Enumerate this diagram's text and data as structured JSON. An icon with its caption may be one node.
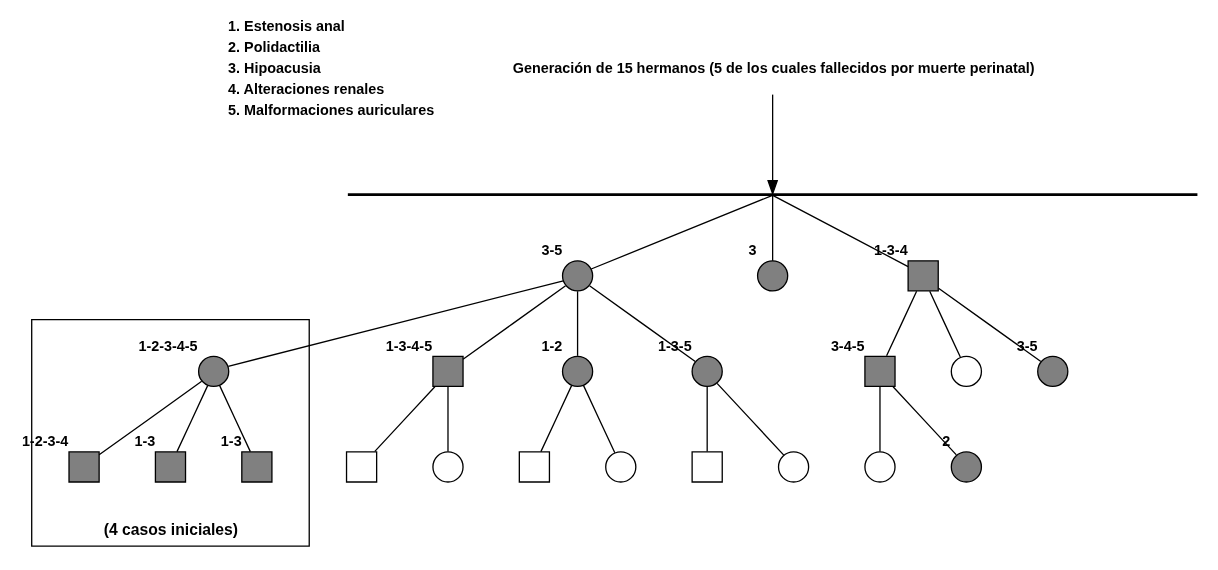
{
  "diagram": {
    "nodes": [
      {
        "text": [
          "Generación de 15 hermanos (5 de los cuales fallecidos por muerte perinatal)"
        ]
      },
      {
        "text": [],
        "shape": "bar"
      },
      {
        "text": [],
        "shape": "circle",
        "beside": [
          "3-5"
        ]
      },
      {
        "text": [],
        "shape": "circle",
        "beside": [
          "3"
        ]
      },
      {
        "text": [],
        "shape": "box",
        "beside": [
          "1-3-4"
        ]
      },
      {
        "text": [],
        "shape": "triangle",
        "beside": [
          "(4 casos iniciales)"
        ]
      },
      {
        "text": [],
        "shape": "circle",
        "beside": [
          "1-2-3-4-5"
        ],
        "in": 5
      },
      {
        "text": [],
        "shape": "box",
        "beside": [
          "1-2-3-4"
        ],
        "in": 5
      },
      {
        "text": [],
        "shape": "box",
        "beside": [
          "1-3"
        ],
        "in": 5
      },
      {
        "text": [],
        "shape": "box",
        "beside": [
          "1-3"
        ],
        "in": 5
      },
      {
        "text": [],
        "shape": "box",
        "beside": [
          "1-3-4-5"
        ]
      },
      {
        "text": [],
        "shape": "circle",
        "beside": [
          "1-2"
        ]
      },
      {
        "text": [],
        "shape": "circle",
        "beside": [
          "1-3-5"
        ]
      },
      {
        "text": [],
        "shape": "box",
        "beside": [
          "3-4-5"
        ]
      },
      {
        "text": [],
        "shape": "circle"
      },
      {
        "text": [],
        "shape": "circle",
        "beside": [
          "3-5"
        ]
      },
      {
        "text": [],
        "shape": "box"
      },
      {
        "text": [],
        "shape": "circle"
      },
      {
        "text": [],
        "shape": "box"
      },
      {
        "text": [],
        "shape": "circle"
      },
      {
        "text": [],
        "shape": "box"
      },
      {
        "text": [],
        "shape": "circle"
      },
      {
        "text": [],
        "shape": "circle"
      },
      {
        "text": [],
        "shape": "circle",
        "beside": [
          "2"
        ]
      }
    ],
    "edges": [
      {
        "from": 0,
        "to": 1,
        "arrow": "to"
      },
      {
        "from": 1,
        "to": 2,
        "arrow": "none"
      },
      {
        "from": 1,
        "to": 3,
        "arrow": "none"
      },
      {
        "from": 1,
        "to": 4,
        "arrow": "none"
      },
      {
        "from": 2,
        "to": 6,
        "arrow": "none"
      },
      {
        "from": 2,
        "to": 10,
        "arrow": "none"
      },
      {
        "from": 2,
        "to": 11,
        "arrow": "none"
      },
      {
        "from": 2,
        "to": 12,
        "arrow": "none"
      },
      {
        "from": 4,
        "to": 13,
        "arrow": "none"
      },
      {
        "from": 4,
        "to": 14,
        "arrow": "none"
      },
      {
        "from": 4,
        "to": 15,
        "arrow": "none"
      },
      {
        "from": 6,
        "to": 7,
        "arrow": "none"
      },
      {
        "from": 6,
        "to": 8,
        "arrow": "none"
      },
      {
        "from": 6,
        "to": 9,
        "arrow": "none"
      },
      {
        "from": 10,
        "to": 16,
        "arrow": "none"
      },
      {
        "from": 10,
        "to": 17,
        "arrow": "none"
      },
      {
        "from": 11,
        "to": 18,
        "arrow": "none"
      },
      {
        "from": 11,
        "to": 19,
        "arrow": "none"
      },
      {
        "from": 12,
        "to": 20,
        "arrow": "none"
      },
      {
        "from": 12,
        "to": 21,
        "arrow": "none"
      },
      {
        "from": 13,
        "to": 22,
        "arrow": "none"
      },
      {
        "from": 13,
        "to": 23,
        "arrow": "none"
      }
    ],
    "labels": [
      "1. Estenosis anal",
      "2. Polidactilia",
      "3. Hipoacusia",
      "4. Alteraciones renales",
      "5. Malformaciones auriculares"
    ]
  }
}
